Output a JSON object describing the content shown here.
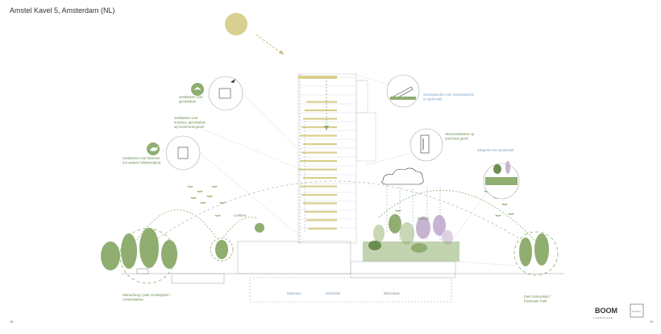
{
  "page": {
    "title": "Amstel Kavel 5, Amsterdam (NL)",
    "page_left": "18",
    "page_right": "19"
  },
  "labels": {
    "nestkast_gierzwaluw": [
      "nestkasten voor",
      "gierzwaluw"
    ],
    "nestkast_huismus_noord": [
      "nestkasten voor",
      "huismus, gierzwaluw",
      "op noord-oost gevel"
    ],
    "nestkast_huismus": [
      "nestkasten voor huismus",
      "(en andere holebroeders)"
    ],
    "zonnepanelen": [
      "zonnepanelen voor zonnepanelen",
      "en groendak"
    ],
    "vleermuis": [
      "vleermuiskasten op",
      "zuid-west gevel"
    ],
    "dakgroen": [
      "dakgroen met prairiedak"
    ],
    "lookout": "Lookout",
    "dakhan": "Dakhan",
    "natuurboog": [
      "Natuurboog / park Amstelglorie /",
      "Amsterdamse"
    ],
    "watertuin": "Watertuin",
    "winkelhal": "Winkelhal",
    "binnentuin": "Binnentuin",
    "park": [
      "Park Sonnevlied /",
      "Fietsroute Park"
    ]
  },
  "logos": {
    "boom": "BOOM",
    "boom_sub": "LANDSCAPE",
    "second": "KOEN"
  },
  "colors": {
    "green": "#8fae6f",
    "dark_green": "#6b8e4e",
    "sun": "#d9cf8e",
    "yellow": "#d8cf8c",
    "blue": "#8fb3d4",
    "purple": "#c8b4d2",
    "line": "#b9b9b9"
  },
  "icons": [
    "sun-icon",
    "swift-icon",
    "sparrow-icon",
    "bat-icon",
    "nest-box-icon",
    "solar-panel-icon",
    "cloud-icon",
    "tree-icon",
    "bird-flock-icon"
  ]
}
